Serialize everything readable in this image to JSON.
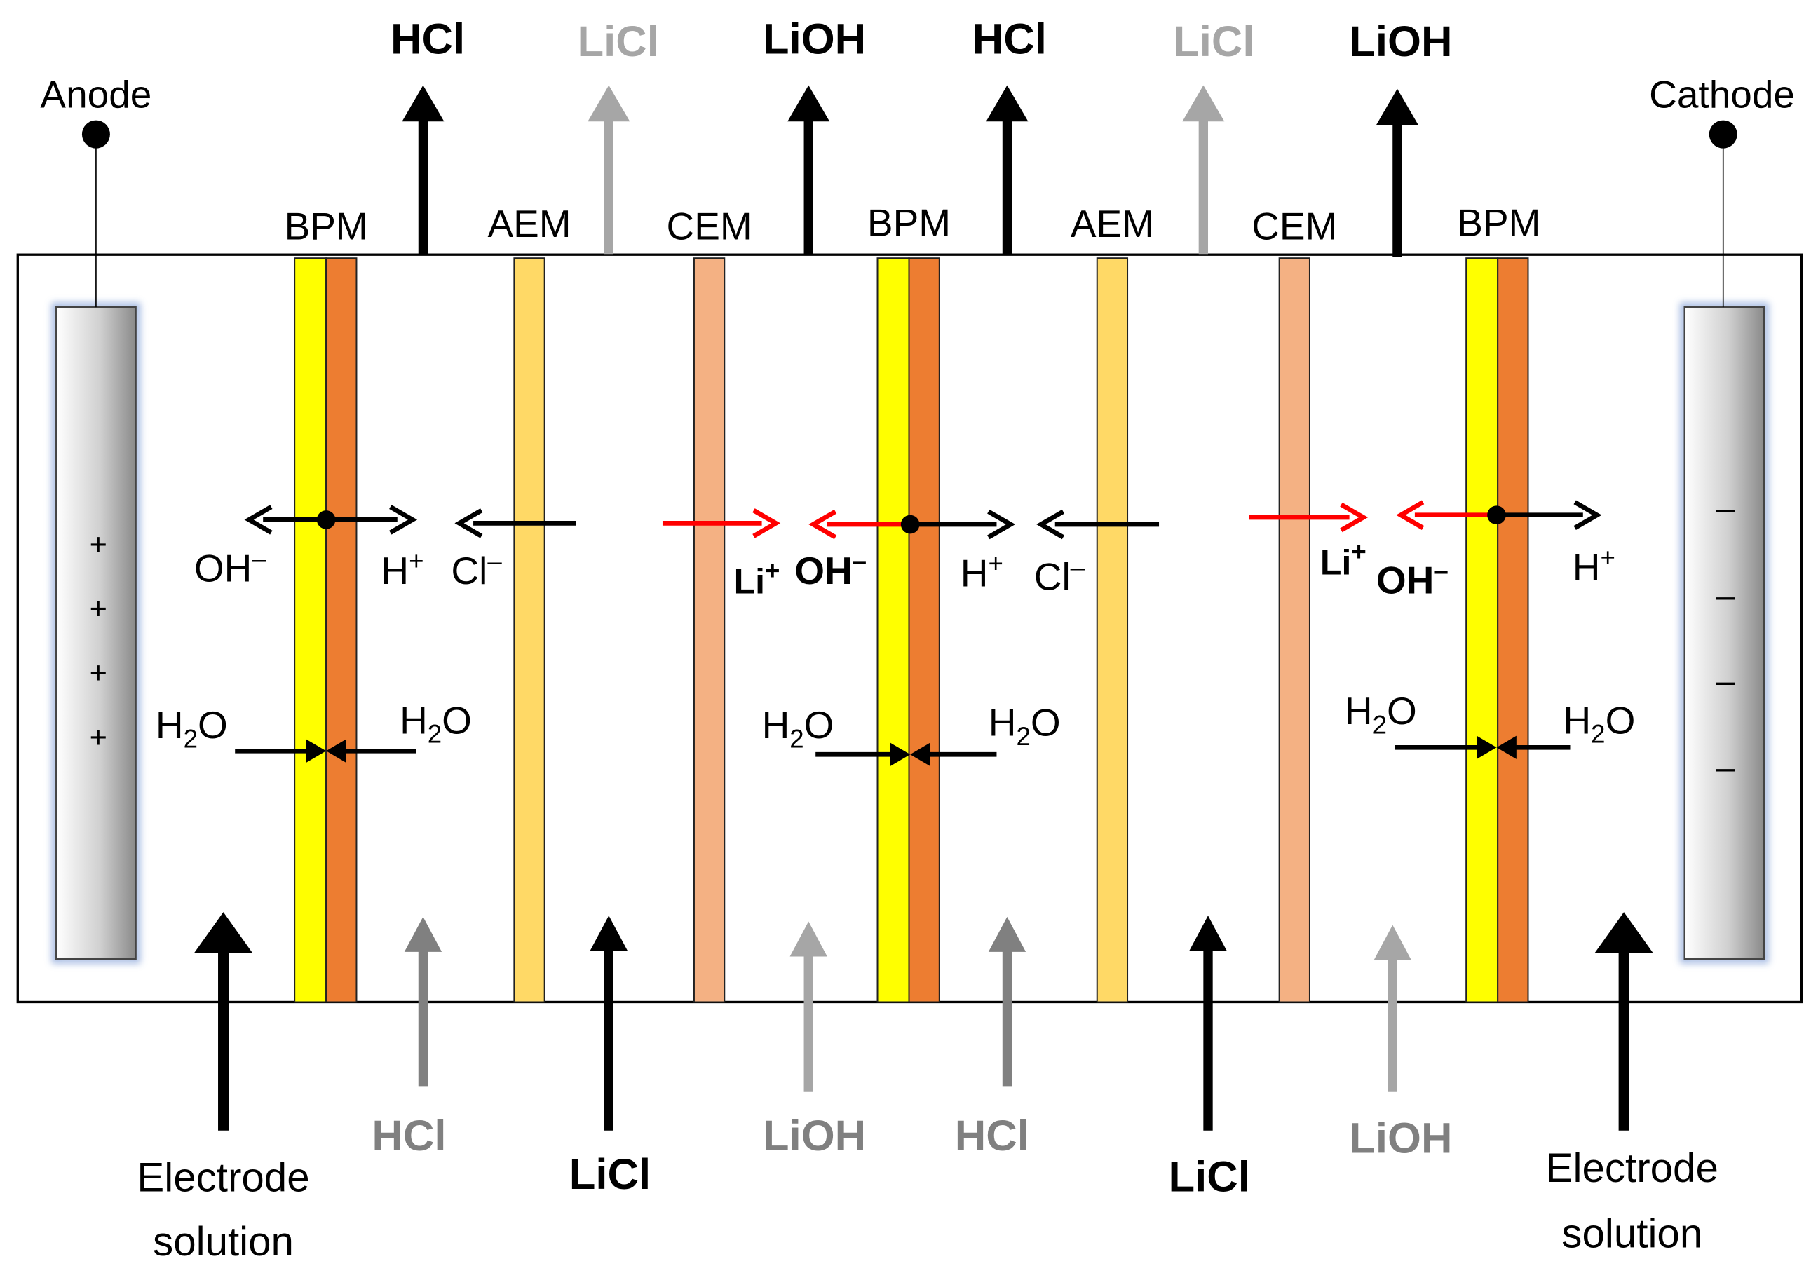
{
  "electrodes": {
    "anode": {
      "label": "Anode",
      "sign": "+"
    },
    "cathode": {
      "label": "Cathode",
      "sign": "–"
    }
  },
  "membranes": {
    "bpm": "BPM",
    "aem": "AEM",
    "cem": "CEM"
  },
  "products_top": [
    "HCl",
    "LiCl",
    "LiOH",
    "HCl",
    "LiCl",
    "LiOH"
  ],
  "feeds_bottom": {
    "electrode_solution_left": [
      "Electrode",
      "solution"
    ],
    "hcl_1": "HCl",
    "licl_1": "LiCl",
    "lioh_1": "LiOH",
    "hcl_2": "HCl",
    "licl_2": "LiCl",
    "lioh_2": "LiOH",
    "electrode_solution_right": [
      "Electrode",
      "solution"
    ]
  },
  "ions": {
    "hydroxide": "OH",
    "hydroxide_charge": "–",
    "proton": "H",
    "proton_charge": "+",
    "chloride": "Cl",
    "chloride_charge": "–",
    "lithium": "Li",
    "lithium_charge": "+",
    "water_h": "H",
    "water_sub": "2",
    "water_o": "O"
  },
  "colors": {
    "bpm_anion_layer": "#ffff00",
    "bpm_cation_layer": "#ed7d31",
    "aem": "#ffd966",
    "cem": "#f4b183",
    "arrow_black": "#000000",
    "arrow_gray": "#a6a6a6",
    "arrow_dark_gray": "#808080",
    "arrow_red": "#ff0000",
    "electrode_glow": "#8ea9db"
  }
}
